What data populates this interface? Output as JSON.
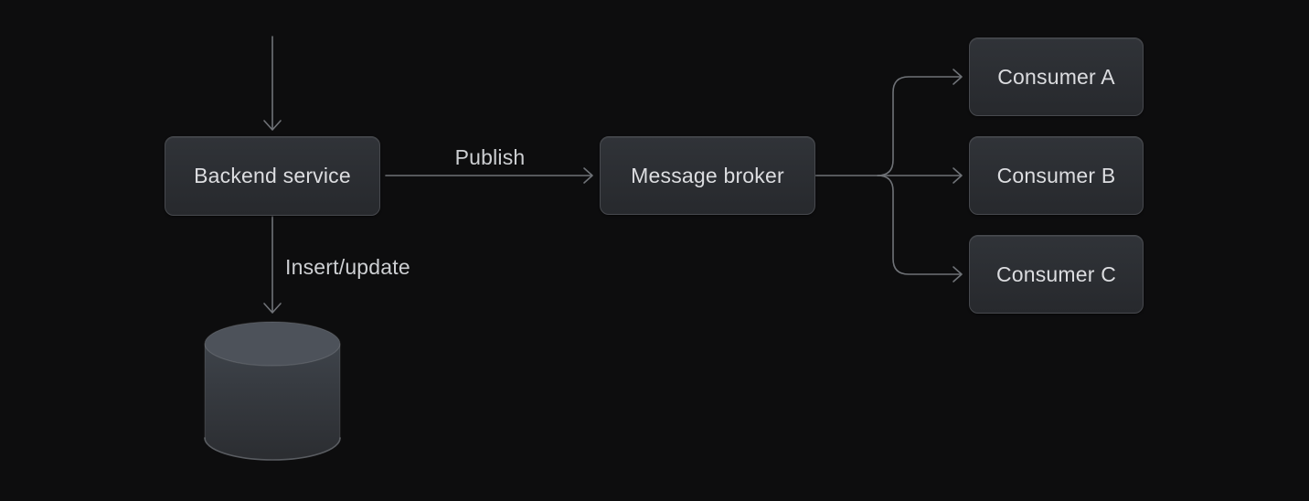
{
  "diagram": {
    "title": "message-broker-fanout-architecture",
    "nodes": {
      "backend_service": {
        "label": "Backend service"
      },
      "message_broker": {
        "label": "Message broker"
      },
      "consumer_a": {
        "label": "Consumer A"
      },
      "consumer_b": {
        "label": "Consumer B"
      },
      "consumer_c": {
        "label": "Consumer C"
      }
    },
    "edges": {
      "publish_label": "Publish",
      "insert_update_label": "Insert/update"
    },
    "icons": {
      "database": "database-cylinder-icon"
    },
    "colors": {
      "background": "#0d0d0e",
      "node_fill_top": "#303338",
      "node_fill_bottom": "#27292d",
      "node_border": "#47494e",
      "node_text": "#dcdde0",
      "line": "#6f7277",
      "edge_label_text": "#cdcfd2",
      "cylinder_top": "#4d525a",
      "cylinder_body_top": "#3e434a",
      "cylinder_body_bottom": "#2b2d31",
      "cylinder_rim": "#595c61"
    }
  }
}
